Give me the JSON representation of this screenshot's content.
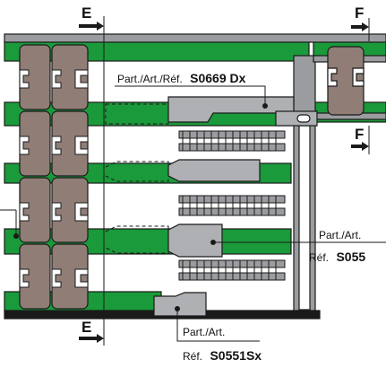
{
  "section_markers": {
    "e_top": "E",
    "e_bottom": "E",
    "f_top": "F",
    "f_mid": "F"
  },
  "callouts": {
    "top": {
      "prefix": "Part./Art./Réf.",
      "code": "S0669 Dx"
    },
    "right": {
      "line1": "Part./Art.",
      "ref_prefix": "Réf.",
      "code": "S055"
    },
    "bottom": {
      "line1": "Part./Art.",
      "ref_prefix": "Réf.",
      "code": "S0551Sx"
    }
  },
  "colors": {
    "rail_green": "#1a9a3a",
    "frame_gray": "#9a9c9f",
    "block_brown": "#8f7d76",
    "arm_gray": "#aeb0b3",
    "outline": "#1a1a1a"
  }
}
